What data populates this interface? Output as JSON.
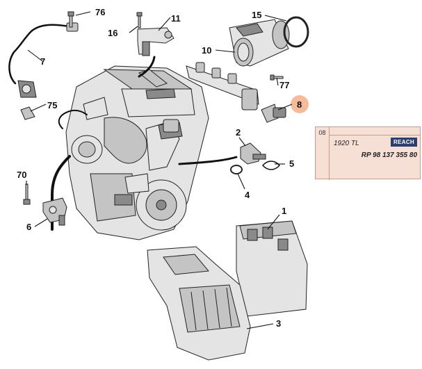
{
  "callouts": {
    "c1": "1",
    "c2": "2",
    "c3": "3",
    "c4": "4",
    "c5": "5",
    "c6": "6",
    "c7": "7",
    "c8": "8",
    "c10": "10",
    "c11": "11",
    "c15": "15",
    "c16": "16",
    "c70": "70",
    "c75": "75",
    "c76": "76",
    "c77": "77"
  },
  "highlight_color": "#f4b48f",
  "reference_card": {
    "index": "08",
    "line1": "1920 TL",
    "badge": "REACH",
    "part_number": "RP 98 137 355 80"
  }
}
